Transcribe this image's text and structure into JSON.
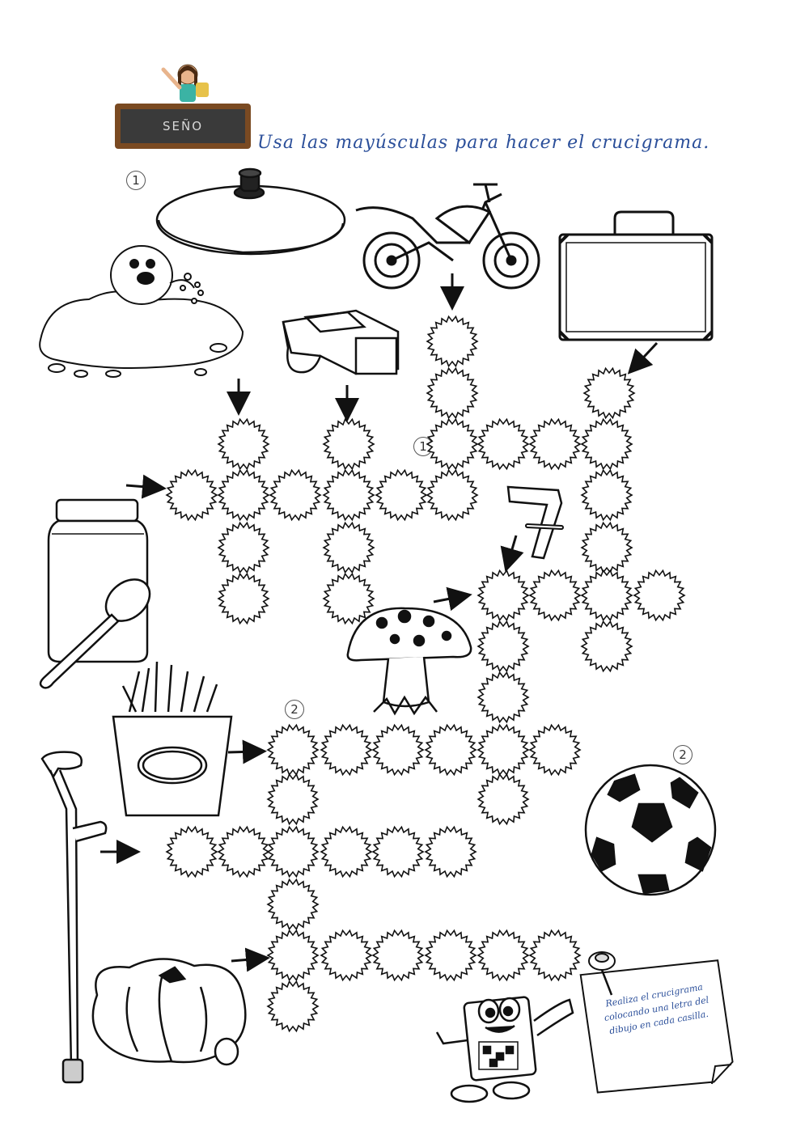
{
  "header": {
    "title": "Usa las mayúsculas para hacer el crucigrama.",
    "teacher_sign": "SEÑO"
  },
  "clue_numbers": {
    "across_1": "1",
    "pot_lid_1": "1",
    "fries_2": "2",
    "ball_2": "2",
    "number_picture": "7"
  },
  "note": {
    "text": "Realiza el crucigrama colocando una letra del dibujo en cada casilla."
  },
  "icons": [
    "pot-lid-icon",
    "motorcycle-icon",
    "suitcase-icon",
    "mole-icon",
    "whistle-icon",
    "jar-icon",
    "spoon-icon",
    "mushroom-icon",
    "seven-icon",
    "fries-icon",
    "crutch-icon",
    "soccer-ball-icon",
    "pumpkin-icon",
    "crossword-mascot-icon",
    "pushpin-icon"
  ],
  "colors": {
    "title": "#2b4f9a",
    "ink": "#222222"
  }
}
